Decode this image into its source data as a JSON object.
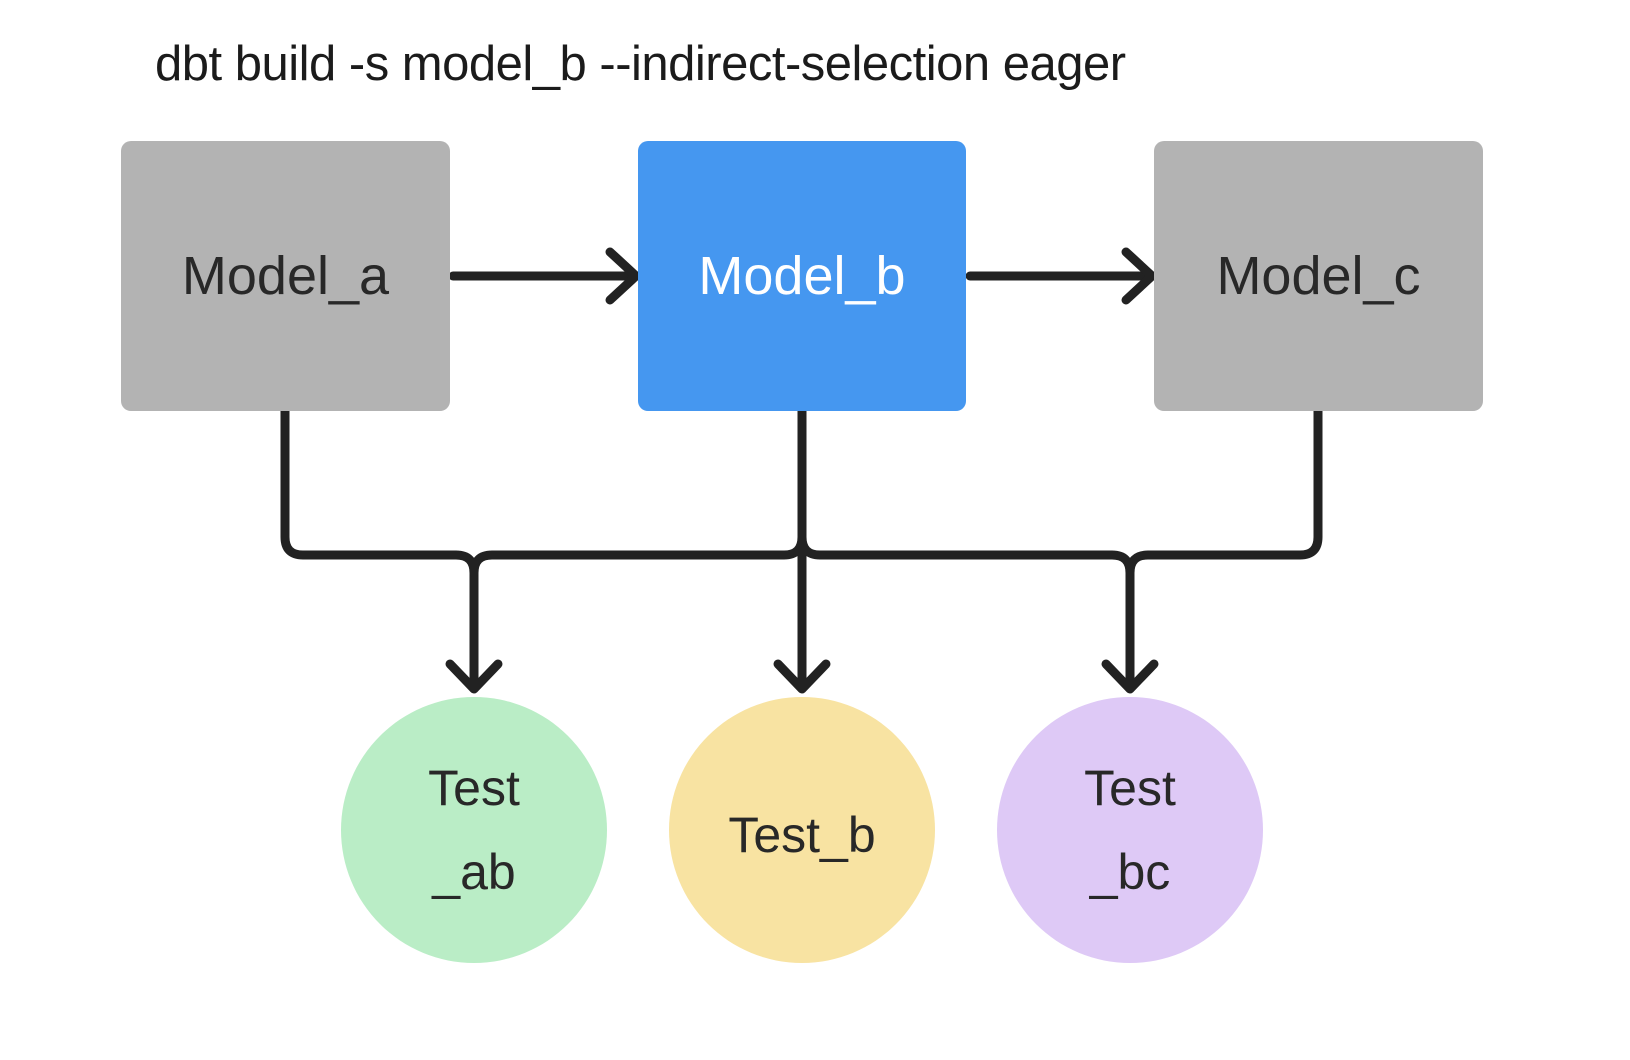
{
  "title": "dbt build -s model_b --indirect-selection eager",
  "colors": {
    "background": "#FFFFFF",
    "model_node": "#B3B3B3",
    "selected_node": "#4597F0",
    "test_ab_node": "#BAEDC6",
    "test_b_node": "#F8E3A2",
    "test_bc_node": "#DEC9F6",
    "edge": "#222222",
    "label_dark": "#282828",
    "label_light": "#FFFFFF",
    "title_text": "#1B1B1B"
  },
  "nodes": {
    "model_a": {
      "label": "Model_a"
    },
    "model_b": {
      "label": "Model_b"
    },
    "model_c": {
      "label": "Model_c"
    },
    "test_ab": {
      "label_line1": "Test",
      "label_line2": "_ab"
    },
    "test_b": {
      "label": "Test_b"
    },
    "test_bc": {
      "label_line1": "Test",
      "label_line2": "_bc"
    }
  }
}
